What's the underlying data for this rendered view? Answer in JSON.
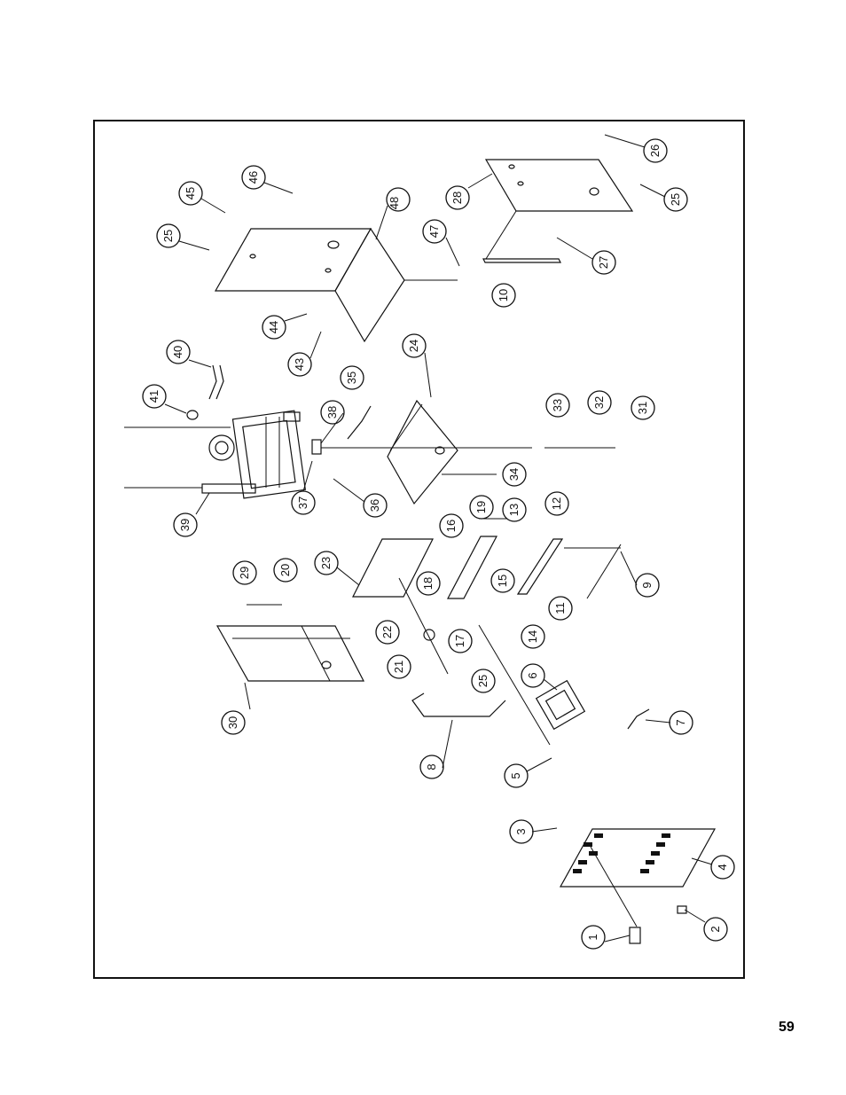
{
  "page": {
    "number": "59"
  },
  "diagram": {
    "callouts": [
      "1",
      "2",
      "3",
      "4",
      "5",
      "6",
      "7",
      "8",
      "9",
      "10",
      "11",
      "12",
      "13",
      "14",
      "15",
      "16",
      "17",
      "18",
      "19",
      "20",
      "21",
      "22",
      "23",
      "24",
      "25",
      "26",
      "27",
      "28",
      "29",
      "30",
      "31",
      "32",
      "33",
      "34",
      "35",
      "36",
      "37",
      "38",
      "39",
      "40",
      "41",
      "43",
      "44",
      "45",
      "46",
      "47",
      "48",
      "25",
      "25"
    ]
  },
  "colors": {
    "ink": "#111111",
    "paper": "#ffffff"
  }
}
